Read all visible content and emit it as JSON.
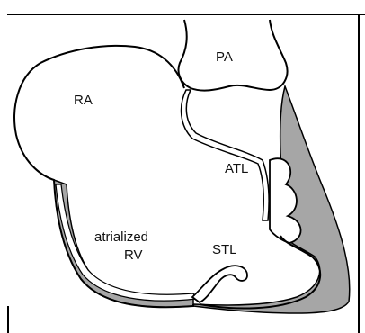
{
  "diagram": {
    "labels": {
      "pa": "PA",
      "ra": "RA",
      "atl": "ATL",
      "atrialized_line1": "atrialized",
      "atrialized_line2": "RV",
      "stl": "STL"
    },
    "colors": {
      "background": "#ffffff",
      "outline": "#000000",
      "shaded_wall": "#a6a6a6"
    }
  }
}
